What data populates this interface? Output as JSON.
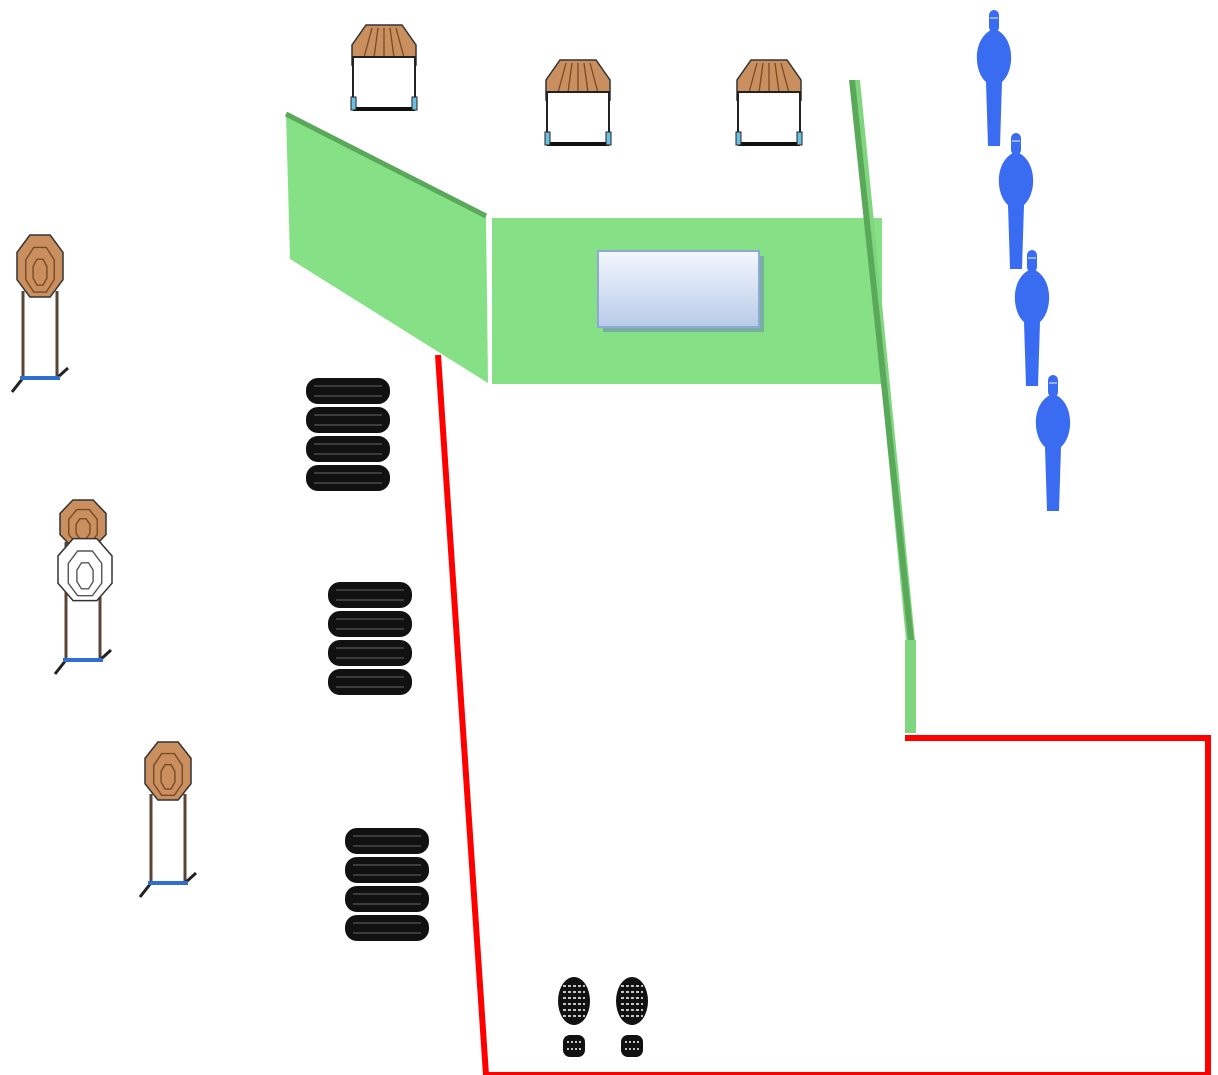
{
  "stage": {
    "title": "",
    "colors": {
      "background": "#ffffff",
      "fault_line": "#ff0000",
      "wall_face": "#86e086",
      "wall_edge": "#5aa85a",
      "wall_side": "#7fd67f",
      "window_top": "#f4f7fc",
      "window_bottom": "#b8cbe8",
      "window_border": "#8fa9d6",
      "target_paper": "#c98f5f",
      "target_rings": "#7a4a25",
      "target_no_shoot": "#ffffff",
      "stand_leg": "#5a4636",
      "stand_base": "#2f6fd0",
      "steel_popper": "#3a6cf2",
      "tire": "#111111",
      "tire_highlight": "#4a4a4a",
      "footprint": "#111111"
    },
    "icons": {
      "paper_target": "paper-target-icon",
      "no_shoot_target": "no-shoot-target-icon",
      "steel_popper": "steel-popper-icon",
      "tire_stack": "tire-stack-icon",
      "footprint": "footprint-icon",
      "barricade_wall": "barricade-wall-icon",
      "window_port": "window-port-icon"
    },
    "counts": {
      "paper_targets": 6,
      "no_shoot_targets": 1,
      "steel_poppers": 4,
      "tire_stacks": 3,
      "tires_per_stack": 4,
      "footprints": 2,
      "walls": 3,
      "window_ports": 1
    }
  }
}
